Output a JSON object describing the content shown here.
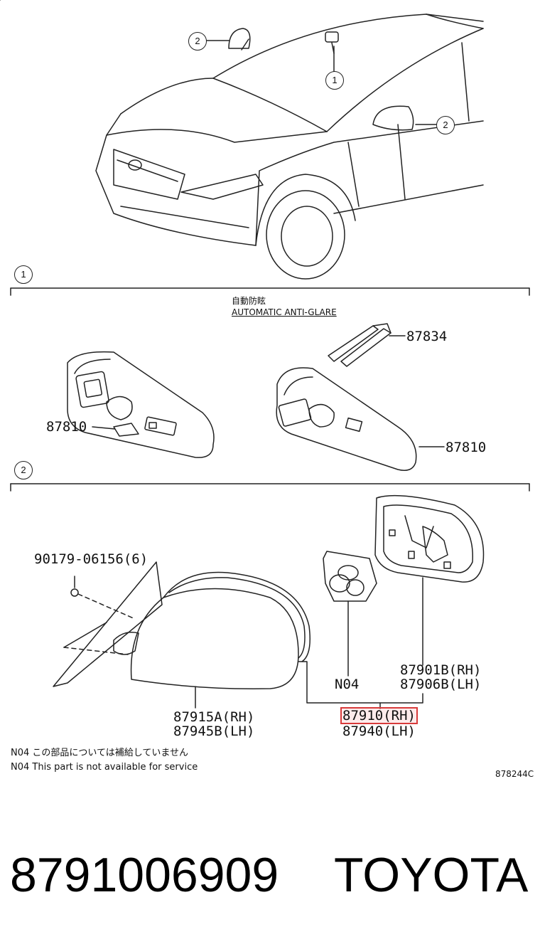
{
  "callouts": {
    "one": "1",
    "two": "2"
  },
  "sections": {
    "one": {
      "marker": "1",
      "title_jp": "自動防眩",
      "title_en": "AUTOMATIC ANTI-GLARE"
    },
    "two": {
      "marker": "2"
    }
  },
  "parts": {
    "p87834": "87834",
    "p87810_left": "87810",
    "p87810_right": "87810",
    "p90179": "90179-06156(6)",
    "p87901b": "87901B(RH)",
    "p87906b": "87906B(LH)",
    "pn04": "N04",
    "p87915a": "87915A(RH)",
    "p87945b": "87945B(LH)",
    "p87910": "87910(RH)",
    "p87940": "87940(LH)"
  },
  "notes": {
    "jp": "N04 この部品については補給していません",
    "en": "N04 This part is not available for service"
  },
  "diagram_code": "878244C",
  "footer": {
    "part_number": "8791006909",
    "brand": "TOYOTA"
  },
  "colors": {
    "highlight": "#d83b3b",
    "line": "#222222"
  }
}
